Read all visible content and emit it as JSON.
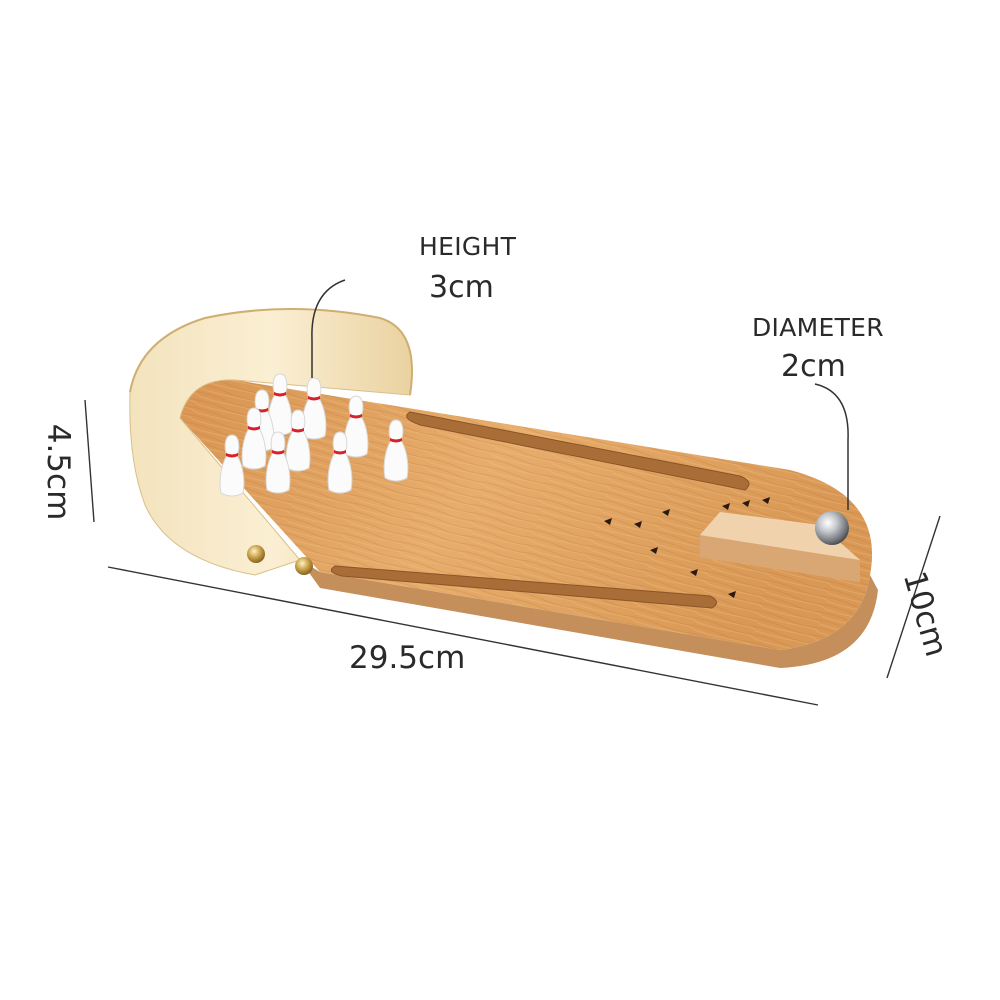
{
  "product": "mini tabletop bowling set",
  "labels": {
    "pin_height_title": "HEIGHT",
    "pin_height_value": "3cm",
    "ball_diameter_title": "DIAMETER",
    "ball_diameter_value": "2cm",
    "length_value": "29.5cm",
    "height_value": "4.5cm",
    "width_value": "10cm"
  },
  "colors": {
    "wood_light": "#e2a767",
    "wood_dark": "#c0793a",
    "edge": "#c58f5c",
    "curved_back": "#f1dfb5",
    "pin_white": "#fbfbfb",
    "pin_stripe": "#d8202a",
    "ball": "#b9bcc0",
    "rivet": "#c9a14a",
    "text": "#2a2a2a"
  },
  "pins_count": 10
}
